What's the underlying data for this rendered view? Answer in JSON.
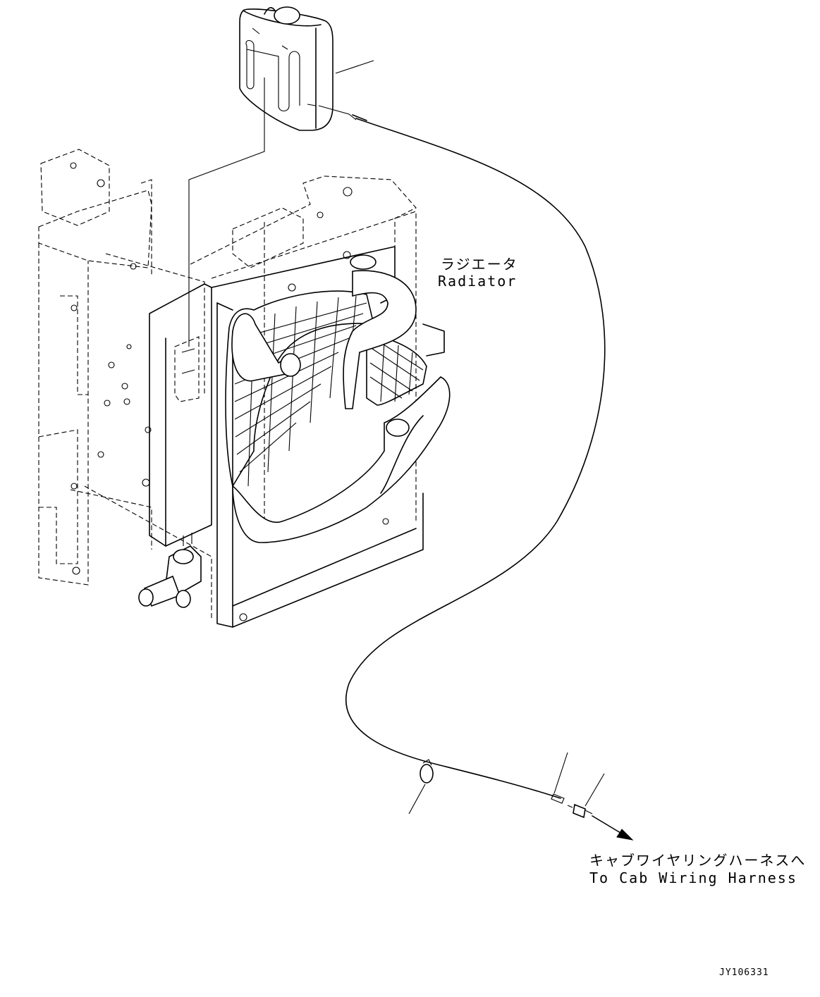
{
  "labels": {
    "radiator_jp": "ラジエータ",
    "radiator_en": "Radiator",
    "harness_jp": "キャブワイヤリングハーネスへ",
    "harness_en": "To Cab Wiring Harness"
  },
  "drawing_code": "JY106331"
}
